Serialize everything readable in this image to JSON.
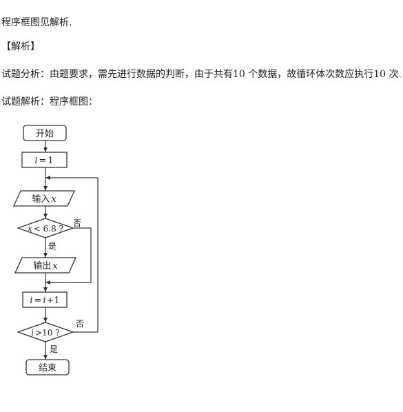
{
  "text": {
    "line1": "程序框图见解析.",
    "line2": "【解析】",
    "line3": "试题分析：由题要求，需先进行数据的判断，由于共有10 个数据，故循环体次数应执行10 次.",
    "line4": "试题解析：程序框图："
  },
  "flowchart": {
    "start": "开始",
    "init_var": "i",
    "init_op": "=",
    "init_val": "1",
    "input_label": "输入",
    "input_var": "x",
    "cond1_var": "x",
    "cond1_expr": "< 6.8 ?",
    "output_label": "输出",
    "output_var": "x",
    "inc_a": "i",
    "inc_op": "=",
    "inc_b": "i",
    "inc_c": "+1",
    "cond2_var": "i",
    "cond2_expr": ">10 ?",
    "yes": "是",
    "no": "否",
    "end": "结束"
  }
}
